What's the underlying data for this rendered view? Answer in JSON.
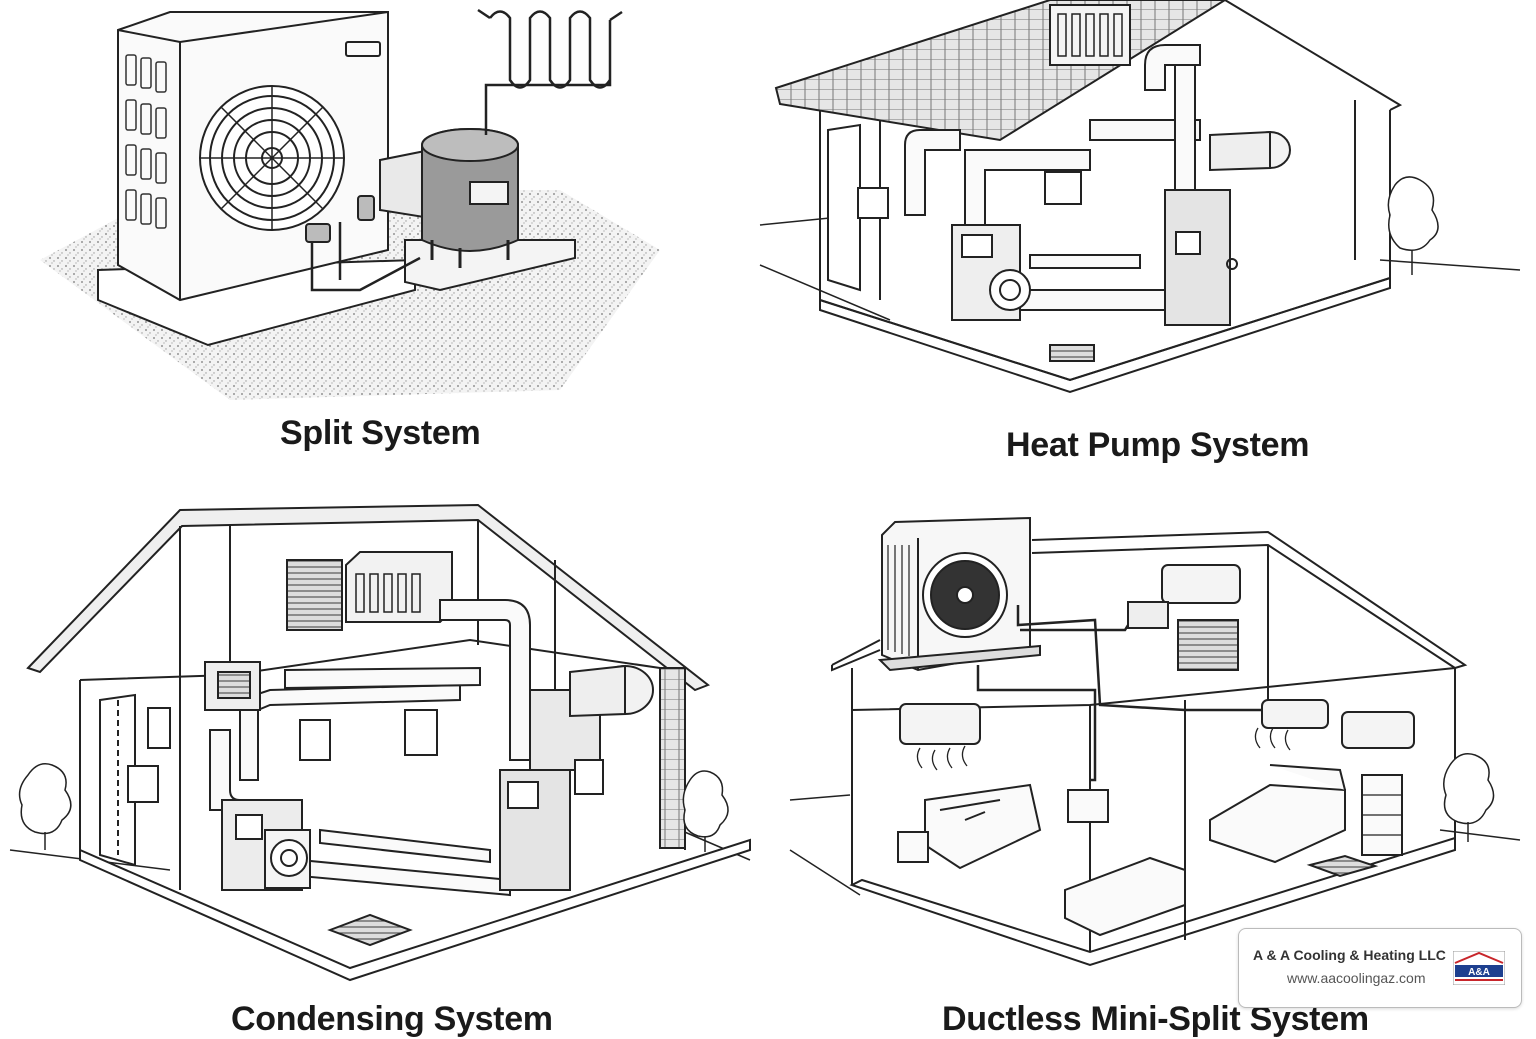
{
  "panels": {
    "split": {
      "label": "Split System"
    },
    "heat_pump": {
      "label": "Heat Pump System"
    },
    "condensing": {
      "label": "Condensing System"
    },
    "ductless": {
      "label": "Ductless Mini-Split System"
    }
  },
  "badge": {
    "company": "A & A Cooling & Heating LLC",
    "website": "www.aacoolingaz.com",
    "logo_text": "A&A",
    "logo_colors": {
      "red": "#c8262b",
      "blue": "#1d3f8f"
    }
  }
}
